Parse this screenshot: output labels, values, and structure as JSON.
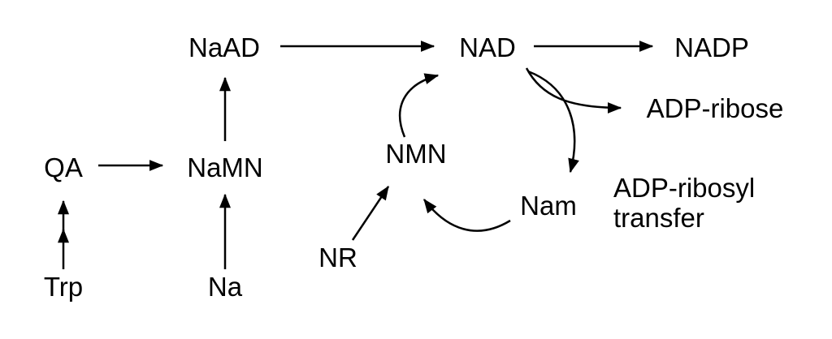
{
  "diagram": {
    "background_color": "#ffffff",
    "line_color": "#000000",
    "text_color": "#000000",
    "nodes": {
      "trp": "Trp",
      "qa": "QA",
      "na": "Na",
      "namn": "NaMN",
      "naad": "NaAD",
      "nad": "NAD",
      "nadp": "NADP",
      "nr": "NR",
      "nmn": "NMN",
      "nam": "Nam",
      "adp_ribose": "ADP-ribose"
    },
    "annotations": {
      "adp_ribosyl_transfer": [
        "ADP-ribosyl",
        "transfer"
      ]
    },
    "edges": [
      {
        "from": "Trp",
        "to": "QA",
        "style": "straight-double-arrowhead"
      },
      {
        "from": "QA",
        "to": "NaMN",
        "style": "straight"
      },
      {
        "from": "Na",
        "to": "NaMN",
        "style": "straight"
      },
      {
        "from": "NaMN",
        "to": "NaAD",
        "style": "straight"
      },
      {
        "from": "NaAD",
        "to": "NAD",
        "style": "straight"
      },
      {
        "from": "NAD",
        "to": "NADP",
        "style": "straight"
      },
      {
        "from": "NR",
        "to": "NMN",
        "style": "straight-diagonal"
      },
      {
        "from": "NMN",
        "to": "NAD",
        "style": "curved"
      },
      {
        "from": "NAD",
        "to": "Nam",
        "style": "curved"
      },
      {
        "from": "Nam",
        "to": "NMN",
        "style": "curved"
      },
      {
        "from": "NAD",
        "to": "ADP-ribose",
        "style": "curved"
      }
    ]
  }
}
